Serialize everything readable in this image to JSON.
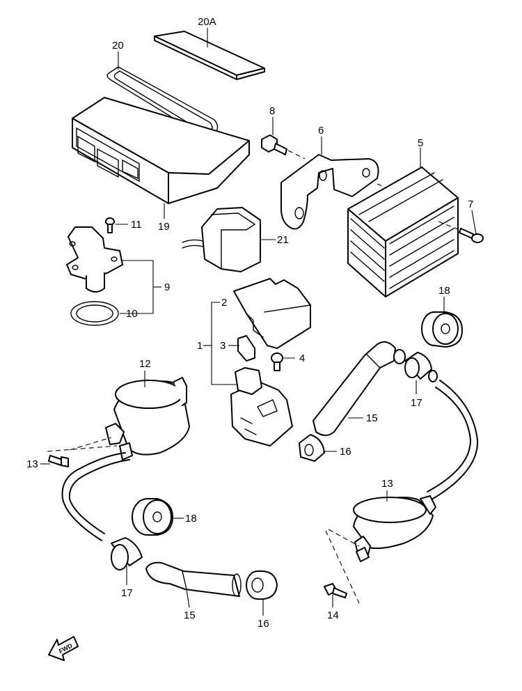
{
  "callouts": {
    "c20A": "20A",
    "c20": "20",
    "c19": "19",
    "c8": "8",
    "c6": "6",
    "c5": "5",
    "c7": "7",
    "c11": "11",
    "c21": "21",
    "c9": "9",
    "c10": "10",
    "c18a": "18",
    "c2": "2",
    "c1": "1",
    "c3": "3",
    "c4": "4",
    "c12": "12",
    "c15a": "15",
    "c17a": "17",
    "c16a": "16",
    "c13a": "13",
    "c18b": "18",
    "c13b": "13",
    "c17b": "17",
    "c15b": "15",
    "c16b": "16",
    "c14": "14"
  },
  "fwd_label": "FWD"
}
